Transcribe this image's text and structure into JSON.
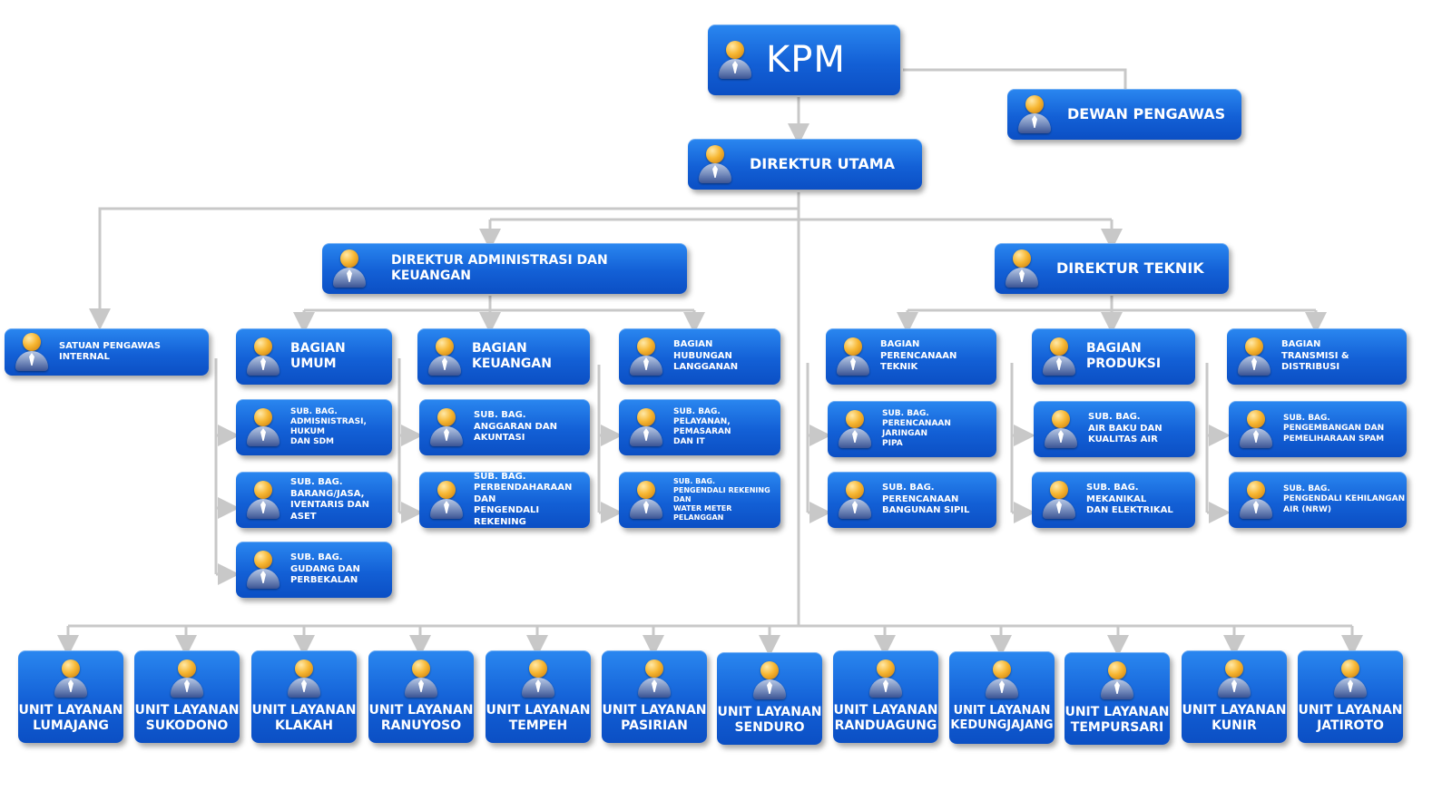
{
  "colors": {
    "box": "#1360d6",
    "line": "#c8c8c8",
    "text": "#ffffff",
    "head": "#f7b733"
  },
  "top": {
    "kpm": "KPM",
    "dewan": "DEWAN PENGAWAS",
    "direktur_utama": "DIREKTUR UTAMA"
  },
  "spi": "SATUAN PENGAWAS INTERNAL",
  "directors": {
    "admin": "DIREKTUR ADMINISTRASI DAN KEUANGAN",
    "teknik": "DIREKTUR TEKNIK"
  },
  "bagian": {
    "umum": "BAGIAN UMUM",
    "keuangan": "BAGIAN KEUANGAN",
    "hublang": "BAGIAN\nHUBUNGAN LANGGANAN",
    "perencanaan": "BAGIAN\nPERENCANAAN TEKNIK",
    "produksi": "BAGIAN PRODUKSI",
    "transmisi": "BAGIAN\nTRANSMISI & DISTRIBUSI"
  },
  "subbag": {
    "umum_1": "SUB. BAG.\nADMISNISTRASI, HUKUM\nDAN SDM",
    "umum_2": "SUB. BAG.\nBARANG/JASA,\nIVENTARIS DAN ASET",
    "umum_3": "SUB. BAG.\nGUDANG DAN\nPERBEKALAN",
    "keu_1": "SUB. BAG.\nANGGARAN DAN AKUNTASI",
    "keu_2": "SUB. BAG.\nPERBENDAHARAAN DAN\nPENGENDALI REKENING",
    "hub_1": "SUB. BAG.\nPELAYANAN, PEMASARAN\nDAN IT",
    "hub_2": "SUB. BAG.\nPENGENDALI REKENING DAN\nWATER METER PELANGGAN",
    "ren_1": "SUB. BAG.\nPERENCANAAN JARINGAN\nPIPA",
    "ren_2": "SUB. BAG.\nPERENCANAAN\nBANGUNAN SIPIL",
    "prod_1": "SUB. BAG.\nAIR BAKU DAN\nKUALITAS AIR",
    "prod_2": "SUB. BAG.\nMEKANIKAL\nDAN ELEKTRIKAL",
    "trans_1": "SUB. BAG.\nPENGEMBANGAN DAN\nPEMELIHARAAN SPAM",
    "trans_2": "SUB. BAG.\nPENGENDALI KEHILANGAN\nAIR (NRW)"
  },
  "units": [
    "UNIT LAYANAN\nLUMAJANG",
    "UNIT LAYANAN\nSUKODONO",
    "UNIT LAYANAN\nKLAKAH",
    "UNIT LAYANAN\nRANUYOSO",
    "UNIT LAYANAN\nTEMPEH",
    "UNIT LAYANAN\nPASIRIAN",
    "UNIT LAYANAN\nSENDURO",
    "UNIT LAYANAN\nRANDUAGUNG",
    "UNIT LAYANAN\nKEDUNGJAJANG",
    "UNIT LAYANAN\nTEMPURSARI",
    "UNIT LAYANAN\nKUNIR",
    "UNIT LAYANAN\nJATIROTO"
  ]
}
